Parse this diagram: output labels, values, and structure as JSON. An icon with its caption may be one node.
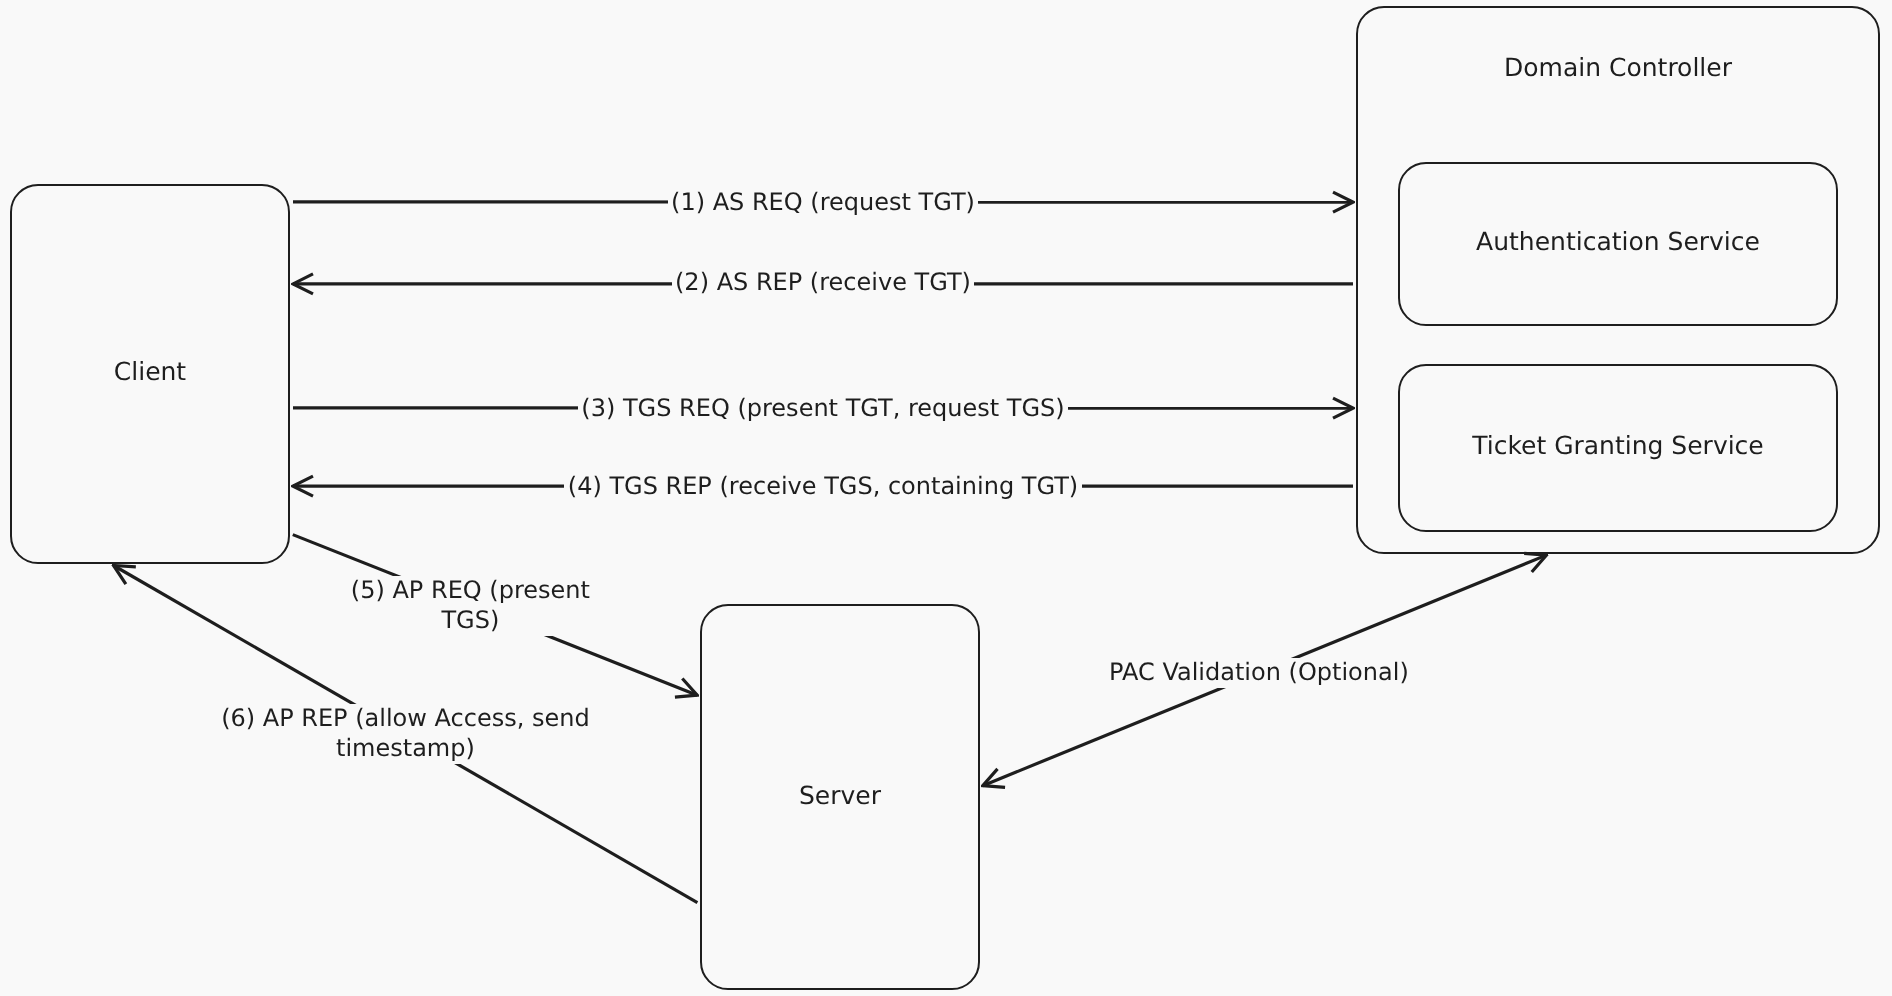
{
  "diagram": {
    "nodes": [
      {
        "text": [
          "Client"
        ]
      },
      {
        "text": [
          "Domain Controller"
        ]
      },
      {
        "text": [
          "Authentication Service"
        ],
        "in": 1
      },
      {
        "text": [
          "Ticket Granting Service"
        ],
        "in": 1
      },
      {
        "text": [
          "Server"
        ]
      }
    ],
    "edges": [
      {
        "from": 0,
        "to": 1,
        "arrow": "to",
        "label": "(1) AS REQ (request TGT)"
      },
      {
        "from": 1,
        "to": 0,
        "arrow": "to",
        "label": "(2) AS REP (receive TGT)"
      },
      {
        "from": 0,
        "to": 1,
        "arrow": "to",
        "label": "(3) TGS REQ (present TGT, request TGS)"
      },
      {
        "from": 1,
        "to": 0,
        "arrow": "to",
        "label": "(4) TGS REP (receive TGS, containing TGT)"
      },
      {
        "from": 0,
        "to": 4,
        "arrow": "to",
        "label": "(5) AP REQ (present TGS)"
      },
      {
        "from": 4,
        "to": 0,
        "arrow": "to",
        "label": "(6) AP REP (allow Access, send timestamp)"
      },
      {
        "from": 4,
        "to": 1,
        "arrow": "both",
        "label": "PAC Validation (Optional)"
      }
    ]
  }
}
